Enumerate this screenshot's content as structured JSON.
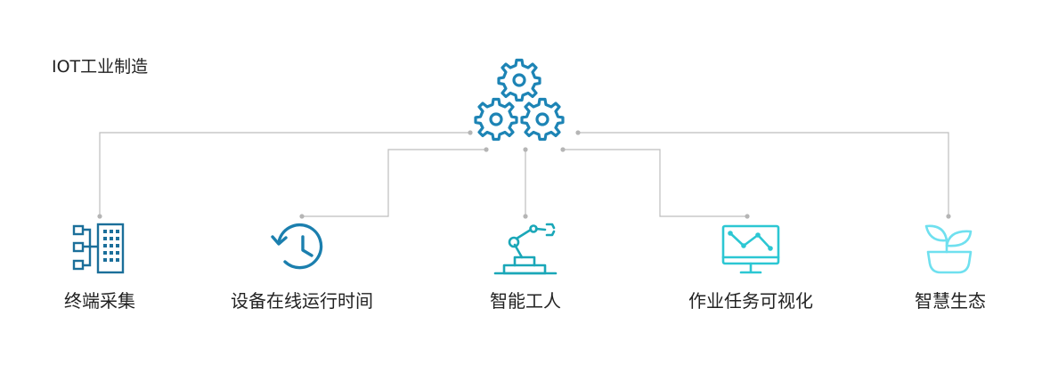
{
  "title": "IOT工业制造",
  "hub": {
    "icon": "gears-icon",
    "color": "#1d84b5"
  },
  "nodes": [
    {
      "label": "终端采集",
      "icon": "terminal-grid-icon",
      "color": "#1b6f9a"
    },
    {
      "label": "设备在线运行时间",
      "icon": "history-clock-icon",
      "color": "#1b7fae"
    },
    {
      "label": "智能工人",
      "icon": "robot-arm-icon",
      "color": "#1aa7b8"
    },
    {
      "label": "作业任务可视化",
      "icon": "monitor-chart-icon",
      "color": "#2cc7d3"
    },
    {
      "label": "智慧生态",
      "icon": "plant-icon",
      "color": "#6fe0ef"
    }
  ],
  "connector_color": "#bdbdbd"
}
